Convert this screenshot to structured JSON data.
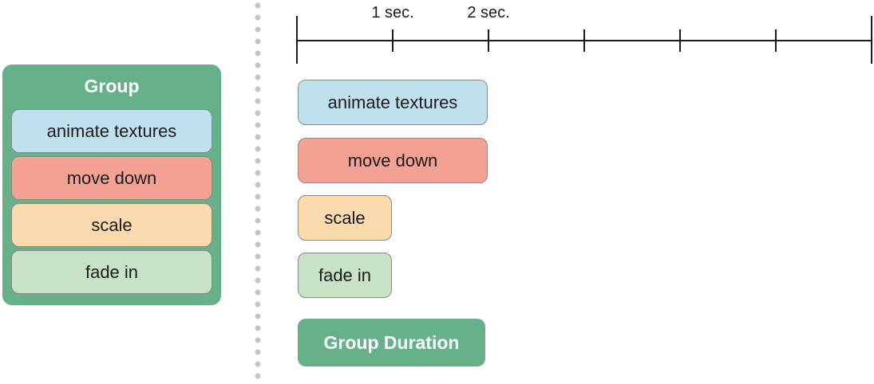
{
  "palette": {
    "green": "#67b18a",
    "blue": "#bfe0ec",
    "salmon": "#f3a192",
    "orange": "#fbdaad",
    "light_green": "#c8e2c6",
    "chip_border": "#8a8a8a",
    "axis_black": "#1a1a1a",
    "dot_gray": "#c4c4c4",
    "text_black": "#1a1a1a",
    "white": "#ffffff"
  },
  "group_panel": {
    "title": "Group",
    "items": [
      {
        "label": "animate textures",
        "color_key": "blue"
      },
      {
        "label": "move down",
        "color_key": "salmon"
      },
      {
        "label": "scale",
        "color_key": "orange"
      },
      {
        "label": "fade in",
        "color_key": "light_green"
      }
    ]
  },
  "timeline": {
    "total_seconds": 6,
    "tick_labels": {
      "1": "1 sec.",
      "2": "2 sec."
    }
  },
  "schedule": {
    "actions": [
      {
        "label": "animate textures",
        "color_key": "blue",
        "start_sec": 0,
        "duration_sec": 2
      },
      {
        "label": "move down",
        "color_key": "salmon",
        "start_sec": 0,
        "duration_sec": 2
      },
      {
        "label": "scale",
        "color_key": "orange",
        "start_sec": 0,
        "duration_sec": 1
      },
      {
        "label": "fade in",
        "color_key": "light_green",
        "start_sec": 0,
        "duration_sec": 1
      }
    ],
    "duration_bar": {
      "label": "Group Duration",
      "color_key": "green",
      "start_sec": 0,
      "duration_sec": 2
    }
  }
}
